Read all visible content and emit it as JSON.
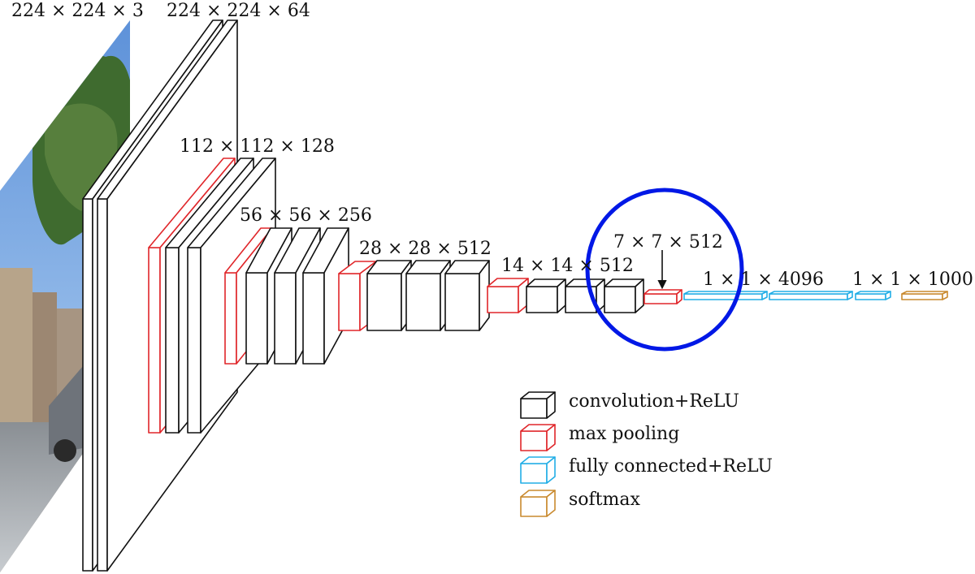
{
  "diagram": {
    "labels": {
      "input": "224 × 224 × 3",
      "conv1": "224 × 224 × 64",
      "conv2": "112 × 112 × 128",
      "conv3": "56 × 56 × 256",
      "conv4": "28 × 28 × 512",
      "conv5": "14 × 14 × 512",
      "pool5": "7 × 7 × 512",
      "fc": "1 × 1 × 4096",
      "softmax": "1 × 1 × 1000"
    },
    "legend": [
      {
        "label": "convolution+ReLU",
        "color": "#111111"
      },
      {
        "label": "max pooling",
        "color": "#e0262a"
      },
      {
        "label": "fully connected+ReLU",
        "color": "#22aee6"
      },
      {
        "label": "softmax",
        "color": "#c98a2f"
      }
    ],
    "highlight_color": "#0018e6"
  }
}
